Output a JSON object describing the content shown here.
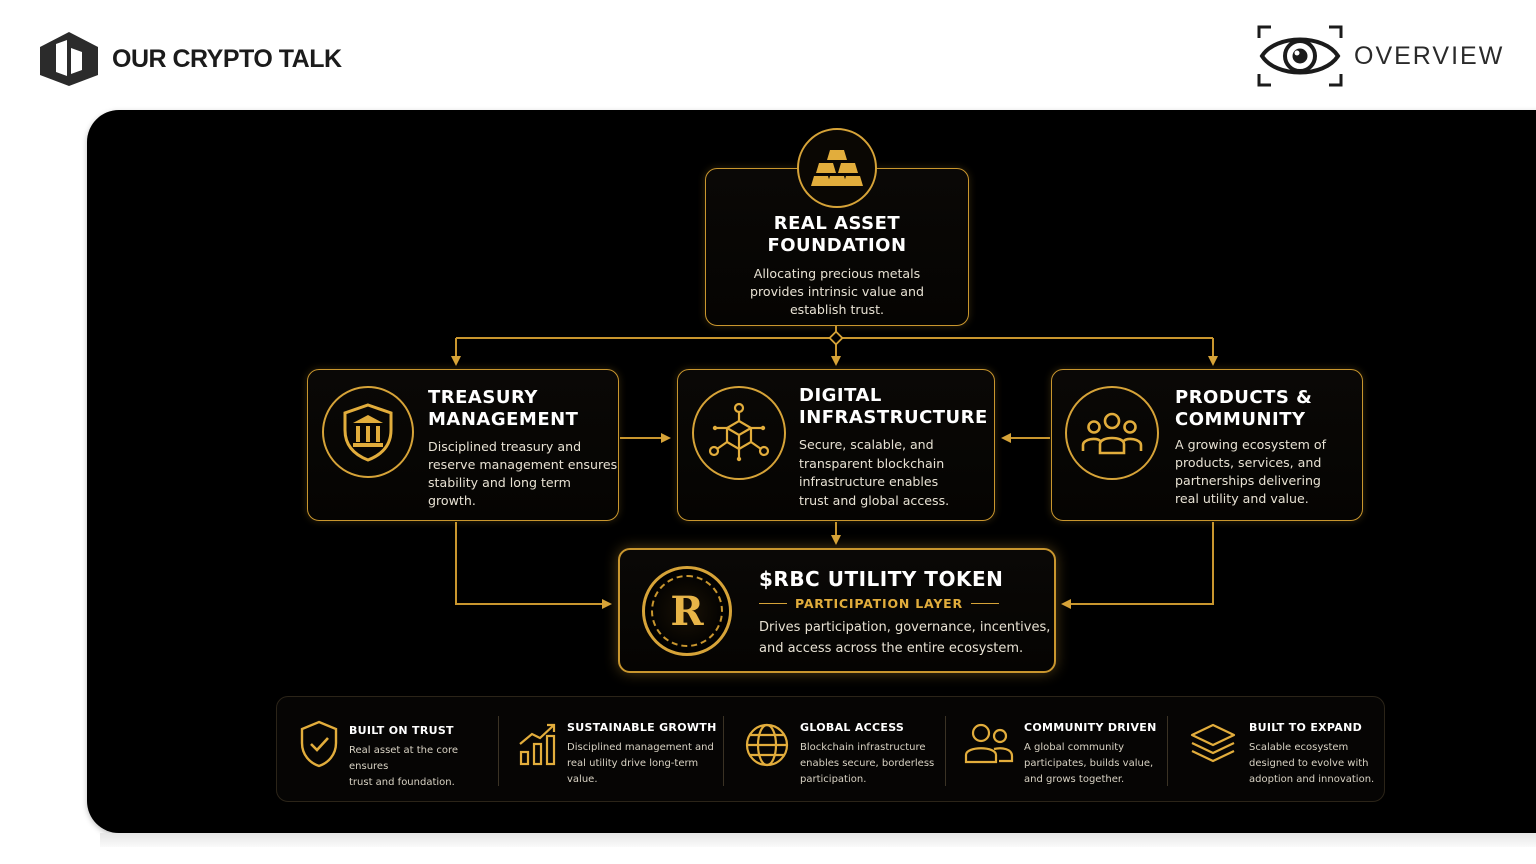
{
  "header": {
    "brand_name": "OUR CRYPTO TALK",
    "overview_label": "OVERVIEW"
  },
  "diagram": {
    "real_asset": {
      "title_line1": "REAL ASSET",
      "title_line2": "FOUNDATION",
      "desc": [
        "Allocating precious metals",
        "provides intrinsic value and",
        "establish trust."
      ],
      "icon": "gold-bars-icon"
    },
    "treasury": {
      "title_line1": "TREASURY",
      "title_line2": "MANAGEMENT",
      "desc": [
        "Disciplined treasury and",
        "reserve management ensures",
        "stability and long term growth."
      ],
      "icon": "bank-shield-icon"
    },
    "digital": {
      "title_line1": "DIGITAL",
      "title_line2": "INFRASTRUCTURE",
      "desc": [
        "Secure, scalable, and",
        "transparent blockchain",
        "infrastructure enables",
        "trust and global access."
      ],
      "icon": "blockchain-cube-icon"
    },
    "products": {
      "title_line1": "PRODUCTS &",
      "title_line2": "COMMUNITY",
      "desc": [
        "A growing ecosystem of",
        "products, services, and",
        "partnerships delivering",
        "real utility and value."
      ],
      "icon": "people-group-icon"
    },
    "token": {
      "title": "$RBC UTILITY TOKEN",
      "subtitle": "PARTICIPATION LAYER",
      "desc": [
        "Drives participation, governance, incentives,",
        "and access across the entire ecosystem."
      ],
      "coin_letter": "R",
      "icon": "rbc-coin-icon"
    }
  },
  "features": [
    {
      "title": "BUILT ON TRUST",
      "desc": [
        "Real asset at the core ensures",
        "trust and foundation."
      ],
      "icon": "shield-check-icon"
    },
    {
      "title": "SUSTAINABLE GROWTH",
      "desc": [
        "Disciplined management and",
        "real utility drive long-term",
        "value."
      ],
      "icon": "growth-chart-icon"
    },
    {
      "title": "GLOBAL ACCESS",
      "desc": [
        "Blockchain infrastructure",
        "enables secure, borderless",
        "participation."
      ],
      "icon": "globe-icon"
    },
    {
      "title": "COMMUNITY DRIVEN",
      "desc": [
        "A global community",
        "participates, builds value,",
        "and grows together."
      ],
      "icon": "community-icon"
    },
    {
      "title": "BUILT TO EXPAND",
      "desc": [
        "Scalable ecosystem",
        "designed to evolve with",
        "adoption and innovation."
      ],
      "icon": "layers-icon"
    }
  ],
  "colors": {
    "gold": "#c9962e",
    "gold_bright": "#e2ad3c",
    "panel_bg": "#000000",
    "page_bg": "#ffffff"
  }
}
